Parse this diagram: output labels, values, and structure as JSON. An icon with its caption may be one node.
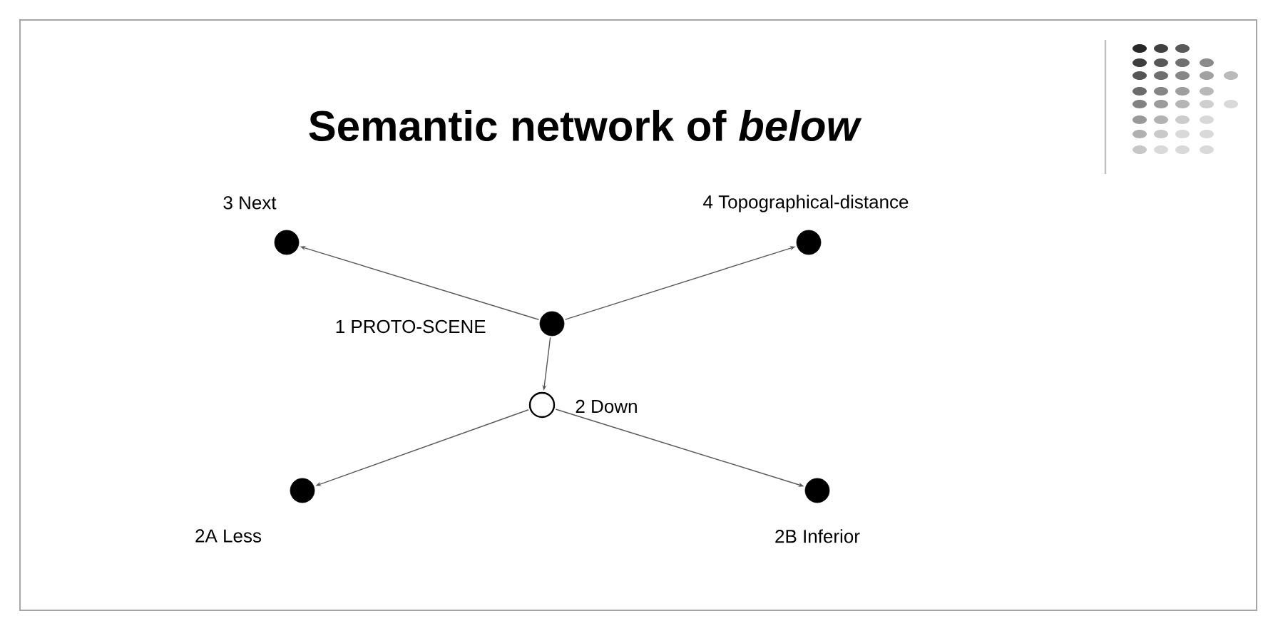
{
  "diagram": {
    "title": "Semantic network of *below*",
    "nodes": [
      {
        "text": [],
        "shape": "dot",
        "beside": [
          "3 Next"
        ]
      },
      {
        "text": [],
        "shape": "dot",
        "beside": [
          "4 Topographical-distance"
        ]
      },
      {
        "text": [],
        "shape": "dot",
        "beside": [
          "1 PROTO-SCENE"
        ]
      },
      {
        "text": [],
        "shape": "circle",
        "beside": [
          "2 Down"
        ]
      },
      {
        "text": [],
        "shape": "dot",
        "beside": [
          "2A Less"
        ]
      },
      {
        "text": [],
        "shape": "dot",
        "beside": [
          "2B Inferior"
        ]
      }
    ],
    "edges": [
      {
        "from": 2,
        "to": 0,
        "arrow": "to"
      },
      {
        "from": 2,
        "to": 1,
        "arrow": "to"
      },
      {
        "from": 2,
        "to": 3,
        "arrow": "to"
      },
      {
        "from": 3,
        "to": 4,
        "arrow": "to"
      },
      {
        "from": 3,
        "to": 5,
        "arrow": "to"
      }
    ]
  }
}
